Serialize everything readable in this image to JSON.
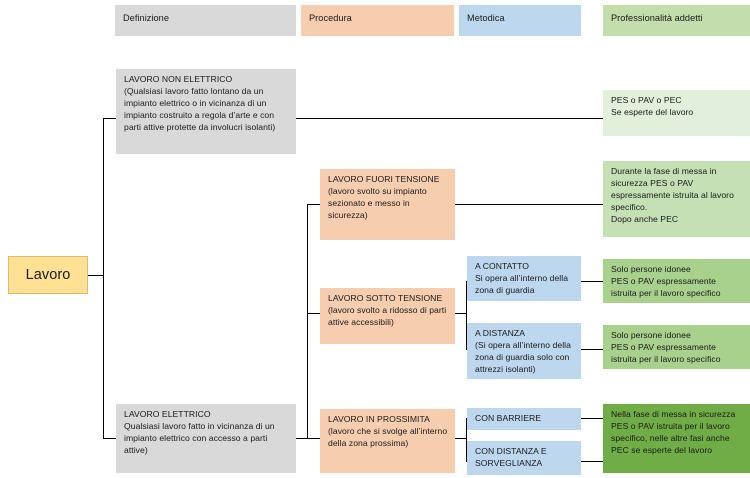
{
  "diagram": {
    "title_root": "Lavoro",
    "columns": [
      {
        "id": "definizione",
        "label": "Definizione"
      },
      {
        "id": "procedura",
        "label": "Procedura"
      },
      {
        "id": "metodica",
        "label": "Metodica"
      },
      {
        "id": "professionalita",
        "label": "Professionalità addetti"
      }
    ],
    "nodes": {
      "lavoro_non_elettrico": "LAVORO NON ELETTRICO\n(Qualsiasi lavoro fatto lontano da un impianto elettrico o in vicinanza di un impianto costruito a regola d’arte e con parti attive protette da involucri isolanti)",
      "lavoro_elettrico": "LAVORO ELETTRICO\nQualsiasi lavoro fatto in vicinanza di un impianto elettrico con accesso a parti attive)",
      "lavoro_fuori_tensione": "LAVORO FUORI TENSIONE\n(lavoro svolto su impianto sezionato e messo in sicurezza)",
      "lavoro_sotto_tensione": "LAVORO SOTTO TENSIONE\n(lavoro svolto a ridosso di parti attive accessibili)",
      "lavoro_in_prossimita": "LAVORO IN PROSSIMITA\n(lavoro che si svolge all’interno della zona prossima)",
      "a_contatto": "A CONTATTO\nSi opera all’interno della zona di guardia",
      "a_distanza": "A DISTANZA\n(Si opera all’interno della zona di guardia solo con attrezzi isolanti)",
      "con_barriere": "CON BARRIERE",
      "con_distanza_sorveglianza": "CON DISTANZA E SORVEGLIANZA",
      "prof_non_elettrico": "PES o PAV o PEC\nSe esperte del lavoro",
      "prof_fuori_tensione": "Durante la fase di messa in sicurezza PES o PAV espressamente istruita al lavoro specifico.\nDopo anche PEC",
      "prof_a_contatto": "Solo persone idonee\nPES o PAV espressamente istruita per il lavoro specifico",
      "prof_a_distanza": "Solo persone idonee\nPES o PAV espressamente istruita per il lavoro specifico",
      "prof_prossimita": "Nella fase di messa in sicurezza PES o PAV istruita per il lavoro specifico, nelle altre fasi anche PEC se esperte del lavoro"
    },
    "colors": {
      "root_fill": "#ffe194",
      "definizione_fill": "#d9d9d9",
      "procedura_fill": "#f7cdb0",
      "metodica_fill": "#bdd7ee",
      "professionalita_fill_pale": "#e2efda",
      "professionalita_fill_mid": "#c5e0b4",
      "professionalita_fill_strong": "#a9d18e",
      "professionalita_fill_dark": "#70ad47",
      "connector": "#000000"
    }
  }
}
